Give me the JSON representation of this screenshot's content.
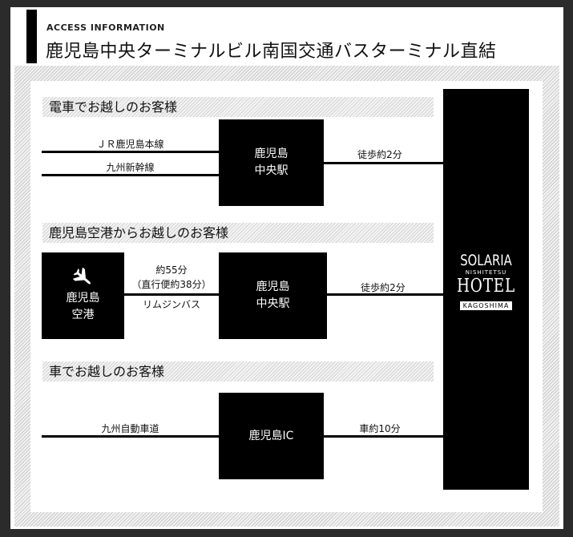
{
  "header": {
    "eyebrow": "ACCESS INFORMATION",
    "title": "鹿児島中央ターミナルビル南国交通バスターミナル直結"
  },
  "sections": [
    {
      "title": "電車でお越しのお客様",
      "station": [
        "鹿児島",
        "中央駅"
      ],
      "routes": [
        "ＪＲ鹿児島本線",
        "九州新幹線"
      ],
      "walk": "徒歩約2分"
    },
    {
      "title": "鹿児島空港からお越しのお客様",
      "airport": [
        "鹿児島",
        "空港"
      ],
      "bus_time": "約55分",
      "bus_express": "（直行便約38分）",
      "bus_name": "リムジンバス",
      "station": [
        "鹿児島",
        "中央駅"
      ],
      "walk": "徒歩約2分"
    },
    {
      "title": "車でお越しのお客様",
      "road": "九州自動車道",
      "ic": "鹿児島IC",
      "drive": "車約10分"
    }
  ],
  "hotel": {
    "brand": "SOLARIA",
    "sub": "NISHITETSU",
    "type": "HOTEL",
    "city": "KAGOSHIMA"
  },
  "icons": {
    "airport": "airplane-icon"
  },
  "colors": {
    "box": "#000000",
    "frame": "#2b2b2b"
  }
}
